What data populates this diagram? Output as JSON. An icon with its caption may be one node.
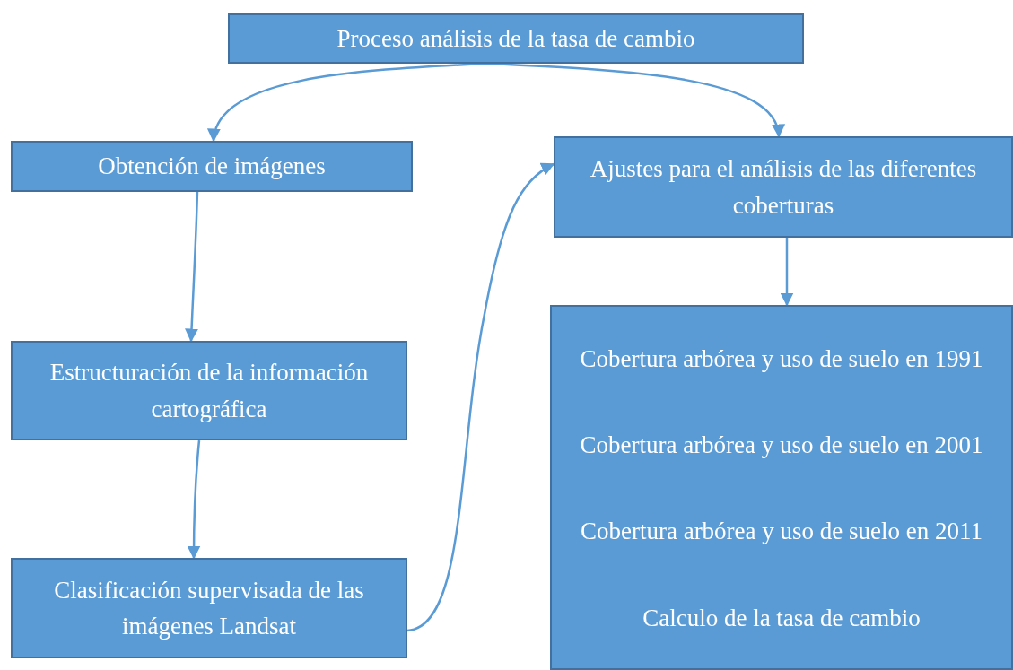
{
  "diagram": {
    "nodes": [
      {
        "text": [
          "Proceso análisis de la tasa de cambio"
        ]
      },
      {
        "text": [
          "Obtención de imágenes"
        ]
      },
      {
        "text": [
          "Estructuración de la información cartográfica"
        ]
      },
      {
        "text": [
          "Clasificación supervisada de las imágenes Landsat"
        ]
      },
      {
        "text": [
          "Ajustes para el análisis de las diferentes coberturas"
        ]
      },
      {
        "text": [
          "Cobertura arbórea y uso de suelo en 1991",
          "Cobertura arbórea y uso de suelo en 2001",
          "Cobertura arbórea y uso de suelo en 2011",
          "Calculo de la tasa de cambio"
        ]
      }
    ],
    "edges": [
      {
        "from": 0,
        "to": 1,
        "arrow": "to"
      },
      {
        "from": 0,
        "to": 4,
        "arrow": "to"
      },
      {
        "from": 1,
        "to": 2,
        "arrow": "to"
      },
      {
        "from": 2,
        "to": 3,
        "arrow": "to"
      },
      {
        "from": 3,
        "to": 4,
        "arrow": "to"
      },
      {
        "from": 4,
        "to": 5,
        "arrow": "to"
      }
    ]
  }
}
